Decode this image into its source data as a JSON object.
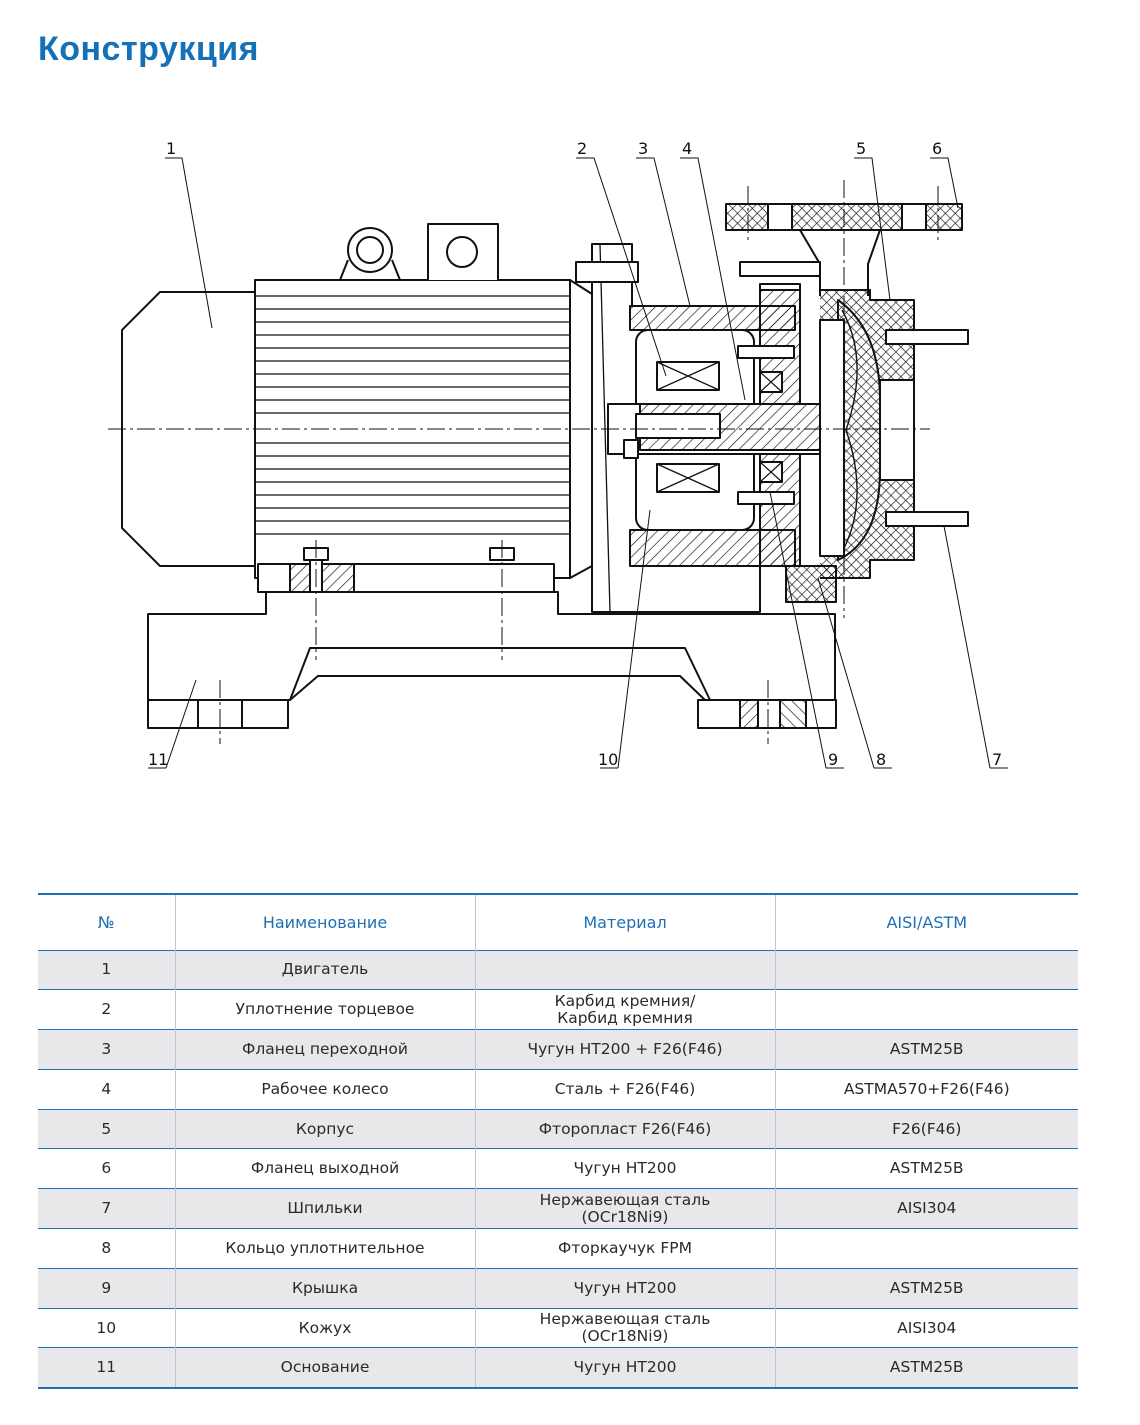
{
  "page": {
    "title": "Конструкция"
  },
  "drawing": {
    "callouts": [
      "1",
      "2",
      "3",
      "4",
      "5",
      "6",
      "7",
      "8",
      "9",
      "10",
      "11"
    ],
    "colors": {
      "line": "#111111",
      "hatch": "#111111",
      "background": "#ffffff"
    }
  },
  "table": {
    "headers": {
      "num": "№",
      "name": "Наименование",
      "material": "Материал",
      "standard": "AISI/ASTM"
    },
    "rows": [
      {
        "num": "1",
        "name": "Двигатель",
        "material": "",
        "standard": ""
      },
      {
        "num": "2",
        "name": "Уплотнение торцевое",
        "material": "Карбид кремния/\nКарбид кремния",
        "standard": ""
      },
      {
        "num": "3",
        "name": "Фланец переходной",
        "material": "Чугун HT200 + F26(F46)",
        "standard": "ASTM25B"
      },
      {
        "num": "4",
        "name": "Рабочее колесо",
        "material": "Сталь + F26(F46)",
        "standard": "ASTMA570+F26(F46)"
      },
      {
        "num": "5",
        "name": "Корпус",
        "material": "Фторопласт F26(F46)",
        "standard": "F26(F46)"
      },
      {
        "num": "6",
        "name": "Фланец выходной",
        "material": "Чугун HT200",
        "standard": "ASTM25B"
      },
      {
        "num": "7",
        "name": "Шпильки",
        "material": "Нержавеющая сталь\n(OCr18Ni9)",
        "standard": "AISI304"
      },
      {
        "num": "8",
        "name": "Кольцо уплотнительное",
        "material": "Фторкаучук FPM",
        "standard": ""
      },
      {
        "num": "9",
        "name": "Крышка",
        "material": "Чугун HT200",
        "standard": "ASTM25B"
      },
      {
        "num": "10",
        "name": "Кожух",
        "material": "Нержавеющая сталь\n(OCr18Ni9)",
        "standard": "AISI304"
      },
      {
        "num": "11",
        "name": "Основание",
        "material": "Чугун HT200",
        "standard": "ASTM25B"
      }
    ],
    "colors": {
      "accent": "#1f6fb4",
      "stripe": "#e8e8ea",
      "title": "#1470b7"
    }
  }
}
